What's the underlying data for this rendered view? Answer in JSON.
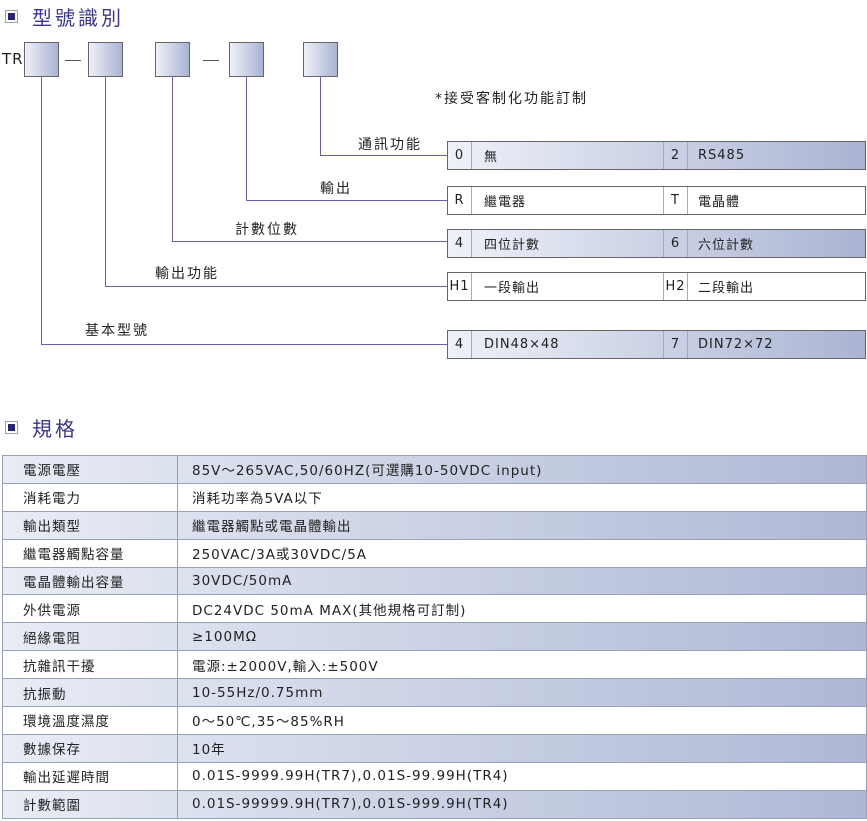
{
  "section1": {
    "title": "型號識別",
    "prefix": "TR",
    "note": "*接受客制化功能訂制"
  },
  "groups": [
    {
      "label": "通訊功能",
      "opts": [
        "0",
        "無",
        "2",
        "RS485"
      ]
    },
    {
      "label": "輸出",
      "opts": [
        "R",
        "繼電器",
        "T",
        "電晶體"
      ]
    },
    {
      "label": "計數位數",
      "opts": [
        "4",
        "四位計數",
        "6",
        "六位計數"
      ]
    },
    {
      "label": "輸出功能",
      "opts": [
        "H1",
        "一段輸出",
        "H2",
        "二段輸出"
      ]
    },
    {
      "label": "基本型號",
      "opts": [
        "4",
        "DIN48×48",
        "7",
        "DIN72×72"
      ]
    }
  ],
  "section2": {
    "title": "規格"
  },
  "specs": [
    {
      "k": "電源電壓",
      "v": "85V～265VAC,50/60HZ(可選購10-50VDC input)"
    },
    {
      "k": "消耗電力",
      "v": "消耗功率為5VA以下"
    },
    {
      "k": "輸出類型",
      "v": "繼電器觸點或電晶體輸出"
    },
    {
      "k": "繼電器觸點容量",
      "v": "250VAC/3A或30VDC/5A"
    },
    {
      "k": "電晶體輸出容量",
      "v": "30VDC/50mA"
    },
    {
      "k": "外供電源",
      "v": "DC24VDC   50mA  MAX(其他規格可訂制)"
    },
    {
      "k": "絕緣電阻",
      "v": "≥100MΩ"
    },
    {
      "k": "抗雜訊干擾",
      "v": "電源:±2000V,輸入:±500V"
    },
    {
      "k": "抗振動",
      "v": "10-55Hz/0.75mm"
    },
    {
      "k": "環境溫度濕度",
      "v": "0～50℃,35～85%RH"
    },
    {
      "k": "數據保存",
      "v": "10年"
    },
    {
      "k": "輸出延遲時間",
      "v": "0.01S-9999.99H(TR7),0.01S-99.99H(TR4)"
    },
    {
      "k": "計數範圍",
      "v": "0.01S-99999.9H(TR7),0.01S-999.9H(TR4)"
    }
  ]
}
